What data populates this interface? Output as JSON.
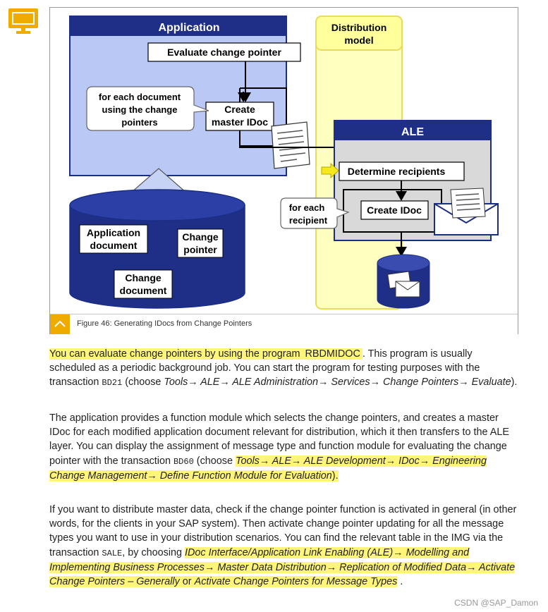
{
  "page": {
    "icon": "monitor-icon",
    "accent_color": "#f0ab00",
    "highlight_color": "#fff57a"
  },
  "figure": {
    "application_title": "Application",
    "distribution_model_line1": "Distribution",
    "distribution_model_line2": "model",
    "ale_title": "ALE",
    "evaluate_change_pointer": "Evaluate change pointer",
    "for_each_document_line1": "for each document",
    "for_each_document_line2": "using the change",
    "for_each_document_line3": "pointers",
    "create_master_idoc_line1": "Create",
    "create_master_idoc_line2": "master IDoc",
    "determine_recipients": "Determine recipients",
    "for_each_recipient_line1": "for each",
    "for_each_recipient_line2": "recipient",
    "create_idoc": "Create IDoc",
    "application_document_line1": "Application",
    "application_document_line2": "document",
    "change_pointer_line1": "Change",
    "change_pointer_line2": "pointer",
    "change_document_line1": "Change",
    "change_document_line2": "document",
    "caption": "Figure 46: Generating IDocs from Change Pointers",
    "caption_icon": "chevron-up-icon"
  },
  "para1": {
    "t1": "You can evaluate change pointers by using the program ",
    "program": "RBDMIDOC",
    "t2": ". This program is usually scheduled as a periodic background job. You can start the program for testing purposes with the transaction ",
    "tcode": "BD21",
    "t3": " (choose ",
    "path": "Tools→  ALE→  ALE Administration→  Services→  Change Pointers→  Evaluate",
    "t4": ")."
  },
  "para2": {
    "t1": "The application provides a function module which selects the change pointers, and creates a master IDoc for each modified application document relevant for distribution, which it then transfers to the ALE layer. You can display the assignment of message type and function module for evaluating the change pointer with the transaction ",
    "tcode": "BD60",
    "t2": " (choose ",
    "path": "Tools→  ALE→  ALE Development→  IDoc→  Engineering Change Management→  Define Function Module for Evaluation",
    "t3": ")."
  },
  "para3": {
    "t1": "If you want to distribute master data, check if the change pointer function is activated in general (in other words, for the clients in your SAP system). Then activate change pointer updating for all the message types you want to use in your distribution scenarios. You can find the relevant table in the IMG via the transaction ",
    "tcode": "SALE",
    "t2": ", by choosing ",
    "path1": "IDoc Interface/Application Link Enabling (ALE)→  Modelling and Implementing Business Processes→  Master Data Distribution→  Replication of Modified Data→  Activate Change Pointers – Generally",
    "t3": " or ",
    "path2": "Activate Change Pointers for Message Types",
    "t4": " ."
  },
  "watermark": "CSDN @SAP_Damon"
}
